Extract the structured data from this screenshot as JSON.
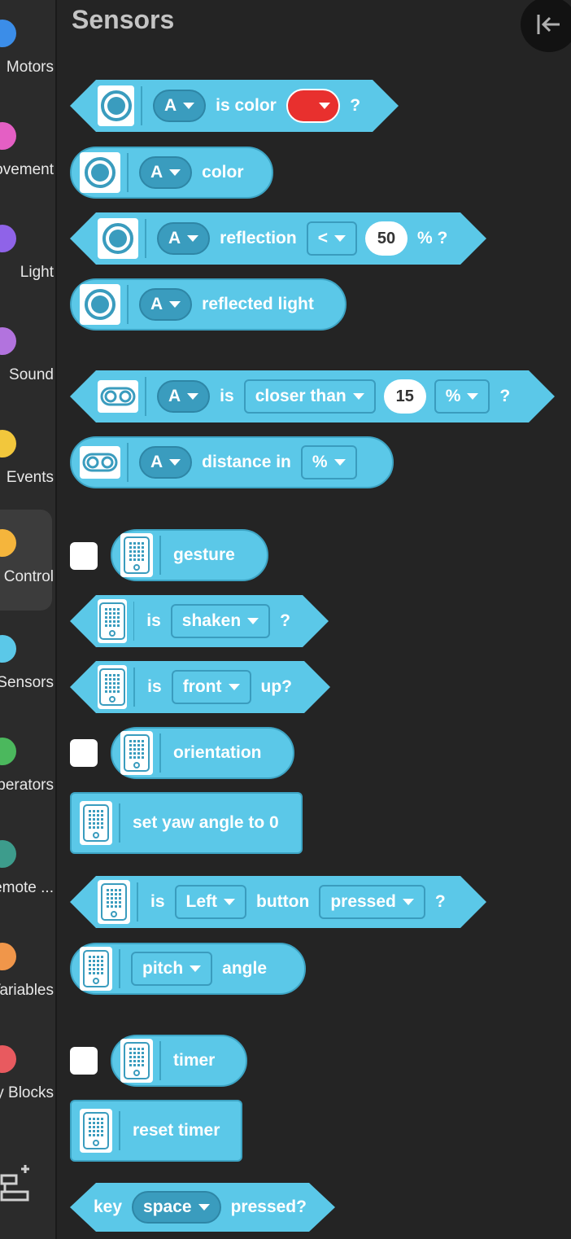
{
  "sidebar": {
    "categories": [
      {
        "label": "Motors",
        "color": "#3b8de8"
      },
      {
        "label": "Movement",
        "color": "#e45fc4"
      },
      {
        "label": "Light",
        "color": "#8f63e8"
      },
      {
        "label": "Sound",
        "color": "#b273de"
      },
      {
        "label": "Events",
        "color": "#f2c73c"
      },
      {
        "label": "Control",
        "color": "#f5b53c",
        "active": true
      },
      {
        "label": "Sensors",
        "color": "#5bc8e8"
      },
      {
        "label": "Operators",
        "color": "#4bb85d"
      },
      {
        "label": "Remote ...",
        "color": "#3d9c8c"
      },
      {
        "label": "Variables",
        "color": "#f0964a"
      },
      {
        "label": "My Blocks",
        "color": "#e85a5f"
      }
    ]
  },
  "header": {
    "title": "Sensors"
  },
  "blocks": {
    "color_is": {
      "port": "A",
      "label": "is color",
      "q": "?"
    },
    "color": {
      "port": "A",
      "label": "color"
    },
    "reflection_cmp": {
      "port": "A",
      "label": "reflection",
      "op": "<",
      "value": "50",
      "unit": "% ?"
    },
    "reflected_light": {
      "port": "A",
      "label": "reflected light"
    },
    "distance_is": {
      "port": "A",
      "is": "is",
      "cond": "closer than",
      "value": "15",
      "unit": "%",
      "q": "?"
    },
    "distance_in": {
      "port": "A",
      "label": "distance in",
      "unit": "%"
    },
    "gesture": {
      "label": "gesture"
    },
    "is_shaken": {
      "is": "is",
      "value": "shaken",
      "q": "?"
    },
    "is_front_up": {
      "is": "is",
      "value": "front",
      "suffix": "up?"
    },
    "orientation": {
      "label": "orientation"
    },
    "set_yaw": {
      "label": "set yaw angle to 0"
    },
    "button_pressed": {
      "is": "is",
      "button": "Left",
      "mid": "button",
      "state": "pressed",
      "q": "?"
    },
    "pitch_angle": {
      "axis": "pitch",
      "label": "angle"
    },
    "timer": {
      "label": "timer"
    },
    "reset_timer": {
      "label": "reset timer"
    },
    "key_pressed": {
      "prefix": "key",
      "key": "space",
      "suffix": "pressed?"
    }
  }
}
